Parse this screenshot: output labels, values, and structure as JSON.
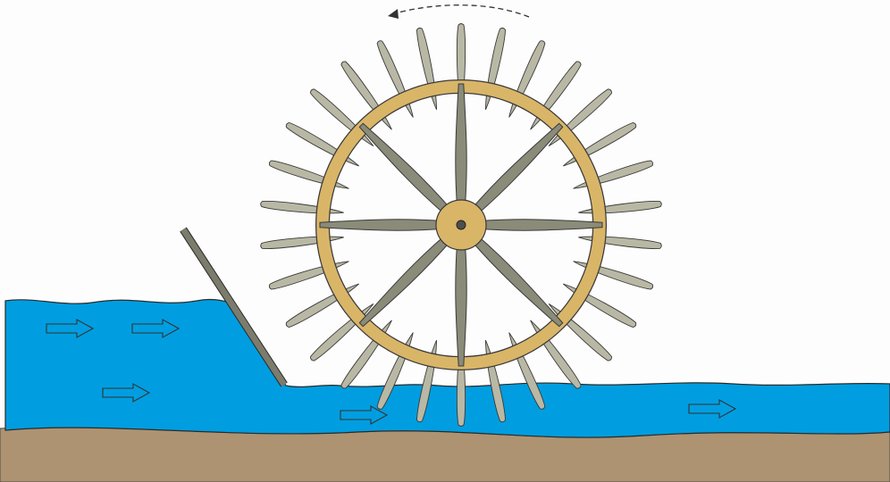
{
  "diagram": {
    "labels": [],
    "icons": [
      "rotation-direction-arrow-icon",
      "flow-arrow-icon"
    ],
    "counts": {
      "spokes": 8,
      "paddles": 30,
      "flow_arrows": 5
    },
    "rotation_direction": "counterclockwise",
    "flow_direction": "right"
  },
  "colors": {
    "background": "#fdfdfd",
    "water": "#009ee0",
    "ground": "#ad9371",
    "rim": "#d9b568",
    "hub": "#d9b568",
    "spoke": "#8a8b78",
    "paddle": "#b9b8a5",
    "gate": "#7c7c6c",
    "outline": "#3a3a3a"
  }
}
